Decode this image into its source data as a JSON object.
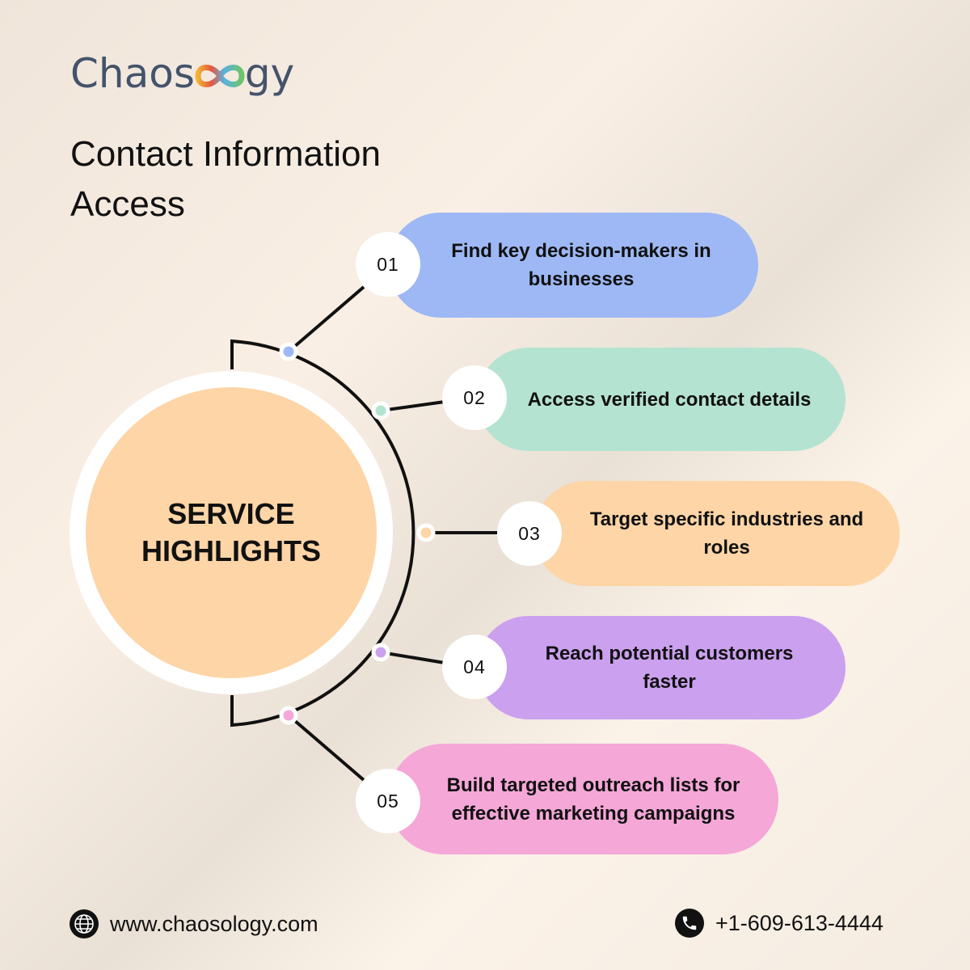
{
  "brand": {
    "name": "Chaosology"
  },
  "title": {
    "line1": "Contact Information",
    "line2": "Access"
  },
  "center": {
    "line1": "SERVICE",
    "line2": "HIGHLIGHTS"
  },
  "items": [
    {
      "num": "01",
      "text": "Find key decision-makers in businesses",
      "color": "#9db8f4"
    },
    {
      "num": "02",
      "text": "Access verified contact details",
      "color": "#b5e3d2"
    },
    {
      "num": "03",
      "text": "Target specific industries and roles",
      "color": "#fdd5a6"
    },
    {
      "num": "04",
      "text": "Reach potential customers faster",
      "color": "#cba0ef"
    },
    {
      "num": "05",
      "text": "Build targeted outreach lists for effective marketing campaigns",
      "color": "#f5a7d8"
    }
  ],
  "footer": {
    "website": "www.chaosology.com",
    "phone": "+1-609-613-4444"
  }
}
